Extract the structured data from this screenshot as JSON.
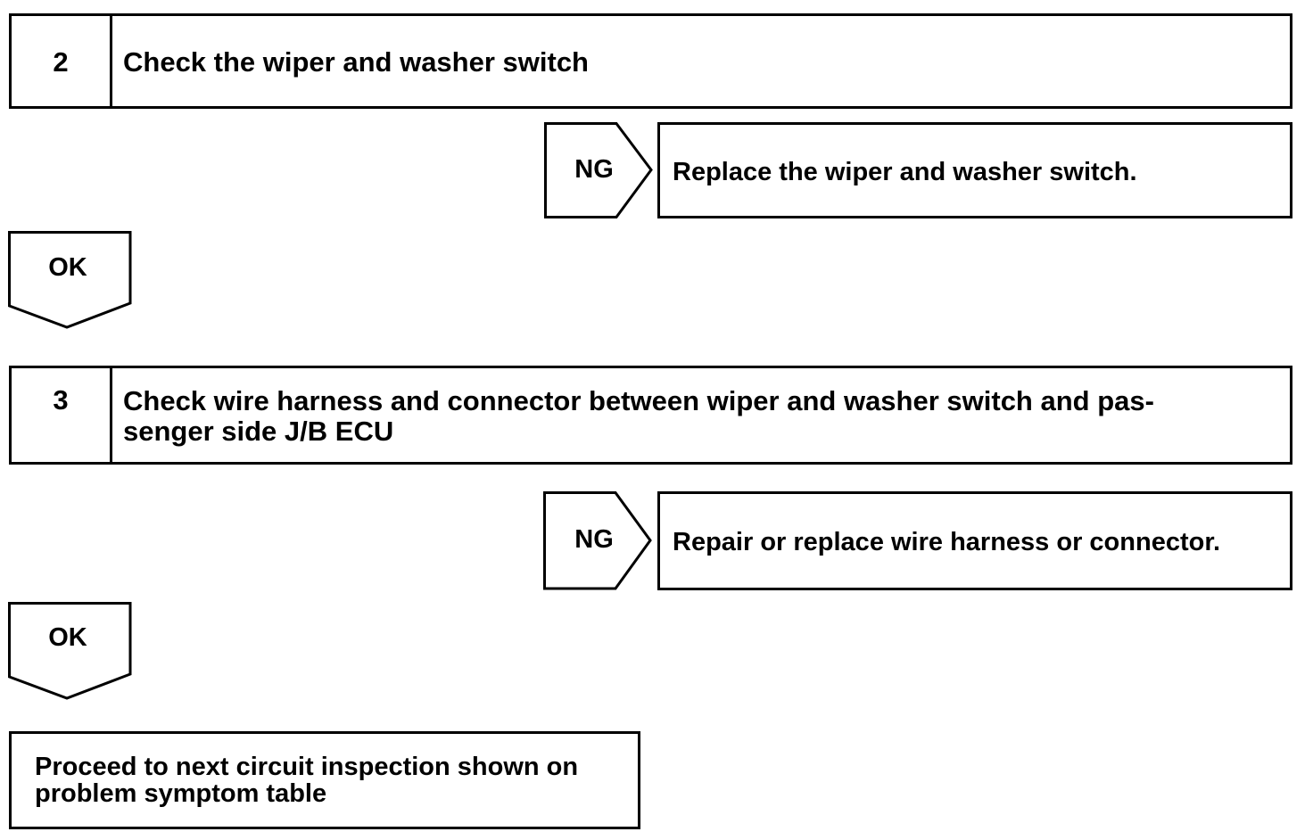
{
  "steps": [
    {
      "number": "2",
      "title": "Check the wiper and washer switch",
      "ng_label": "NG",
      "ng_action": "Replace the wiper and washer switch.",
      "ok_label": "OK"
    },
    {
      "number": "3",
      "title_line1": "Check wire harness and connector between wiper and washer switch and pas-",
      "title_line2": "senger side J/B ECU",
      "ng_label": "NG",
      "ng_action": "Repair or replace wire harness or connector.",
      "ok_label": "OK"
    }
  ],
  "final": {
    "line1": "Proceed to next circuit inspection shown on",
    "line2": "problem symptom table"
  }
}
